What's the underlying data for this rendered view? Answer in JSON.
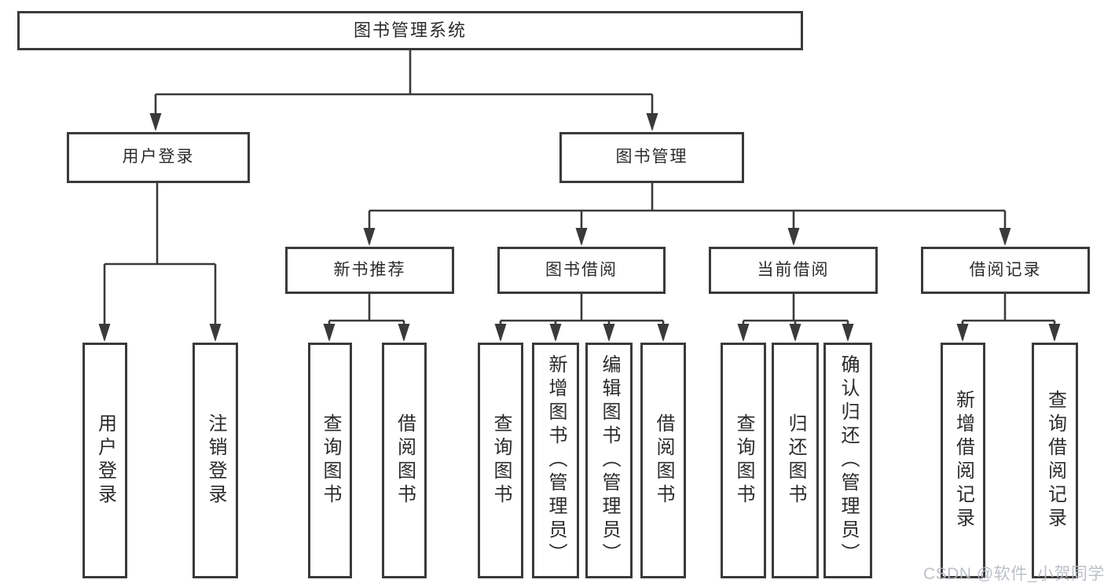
{
  "tree": {
    "root": {
      "label": "图书管理系统"
    },
    "branches": [
      {
        "label": "用户登录",
        "children": [
          {
            "label": "用户登录"
          },
          {
            "label": "注销登录"
          }
        ]
      },
      {
        "label": "图书管理",
        "children": [
          {
            "label": "新书推荐",
            "children": [
              {
                "label": "查询图书"
              },
              {
                "label": "借阅图书"
              }
            ]
          },
          {
            "label": "图书借阅",
            "children": [
              {
                "label": "查询图书"
              },
              {
                "label": "新增图书（管理员）"
              },
              {
                "label": "编辑图书（管理员）"
              },
              {
                "label": "借阅图书"
              }
            ]
          },
          {
            "label": "当前借阅",
            "children": [
              {
                "label": "查询图书"
              },
              {
                "label": "归还图书"
              },
              {
                "label": "确认归还（管理员）"
              }
            ]
          },
          {
            "label": "借阅记录",
            "children": [
              {
                "label": "新增借阅记录"
              },
              {
                "label": "查询借阅记录"
              }
            ]
          }
        ]
      }
    ]
  },
  "watermark": "CSDN @软件_小贺同学",
  "colors": {
    "line": "#3a3a3a",
    "text": "#2b2b2b",
    "watermark": "#b6bac3",
    "background": "#ffffff"
  }
}
